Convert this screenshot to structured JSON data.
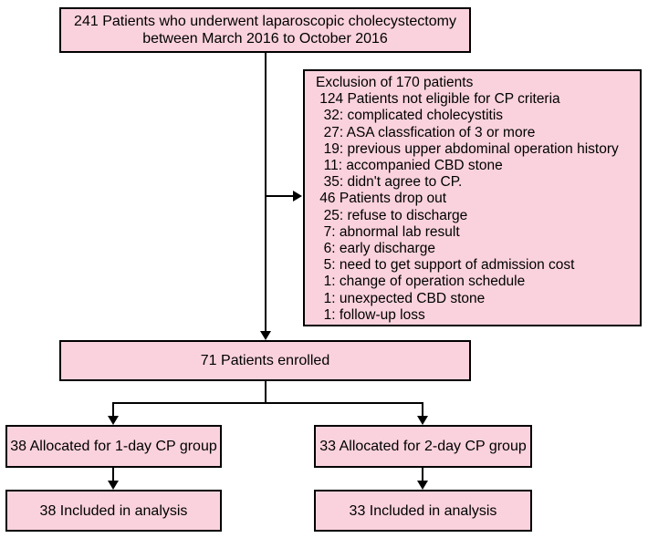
{
  "flowchart": {
    "top_box": {
      "line1": "241 Patients who underwent laparoscopic cholecystectomy",
      "line2": "between March 2016 to October 2016"
    },
    "exclusion_box": {
      "lines": [
        "Exclusion of 170 patients",
        " 124 Patients not eligible for CP criteria",
        "  32: complicated cholecystitis",
        "  27: ASA classfication of 3 or more",
        "  19: previous upper abdominal operation history",
        "  11: accompanied CBD stone",
        "  35: didn't agree to CP.",
        " 46 Patients drop out",
        "  25: refuse to discharge",
        "  7: abnormal lab result",
        "  6: early discharge",
        "  5: need to get support of admission cost",
        "  1: change of operation schedule",
        "  1: unexpected CBD stone",
        "  1: follow-up loss"
      ]
    },
    "enrolled_box": "71 Patients enrolled",
    "group1_box": "38 Allocated for 1-day CP group",
    "group2_box": "33 Allocated for 2-day CP group",
    "analysis1_box": "38 Included in analysis",
    "analysis2_box": "33 Included in analysis"
  },
  "colors": {
    "box_fill": "#FAD2DD",
    "box_border": "#000000",
    "line": "#000000",
    "background": "#FFFFFF"
  }
}
